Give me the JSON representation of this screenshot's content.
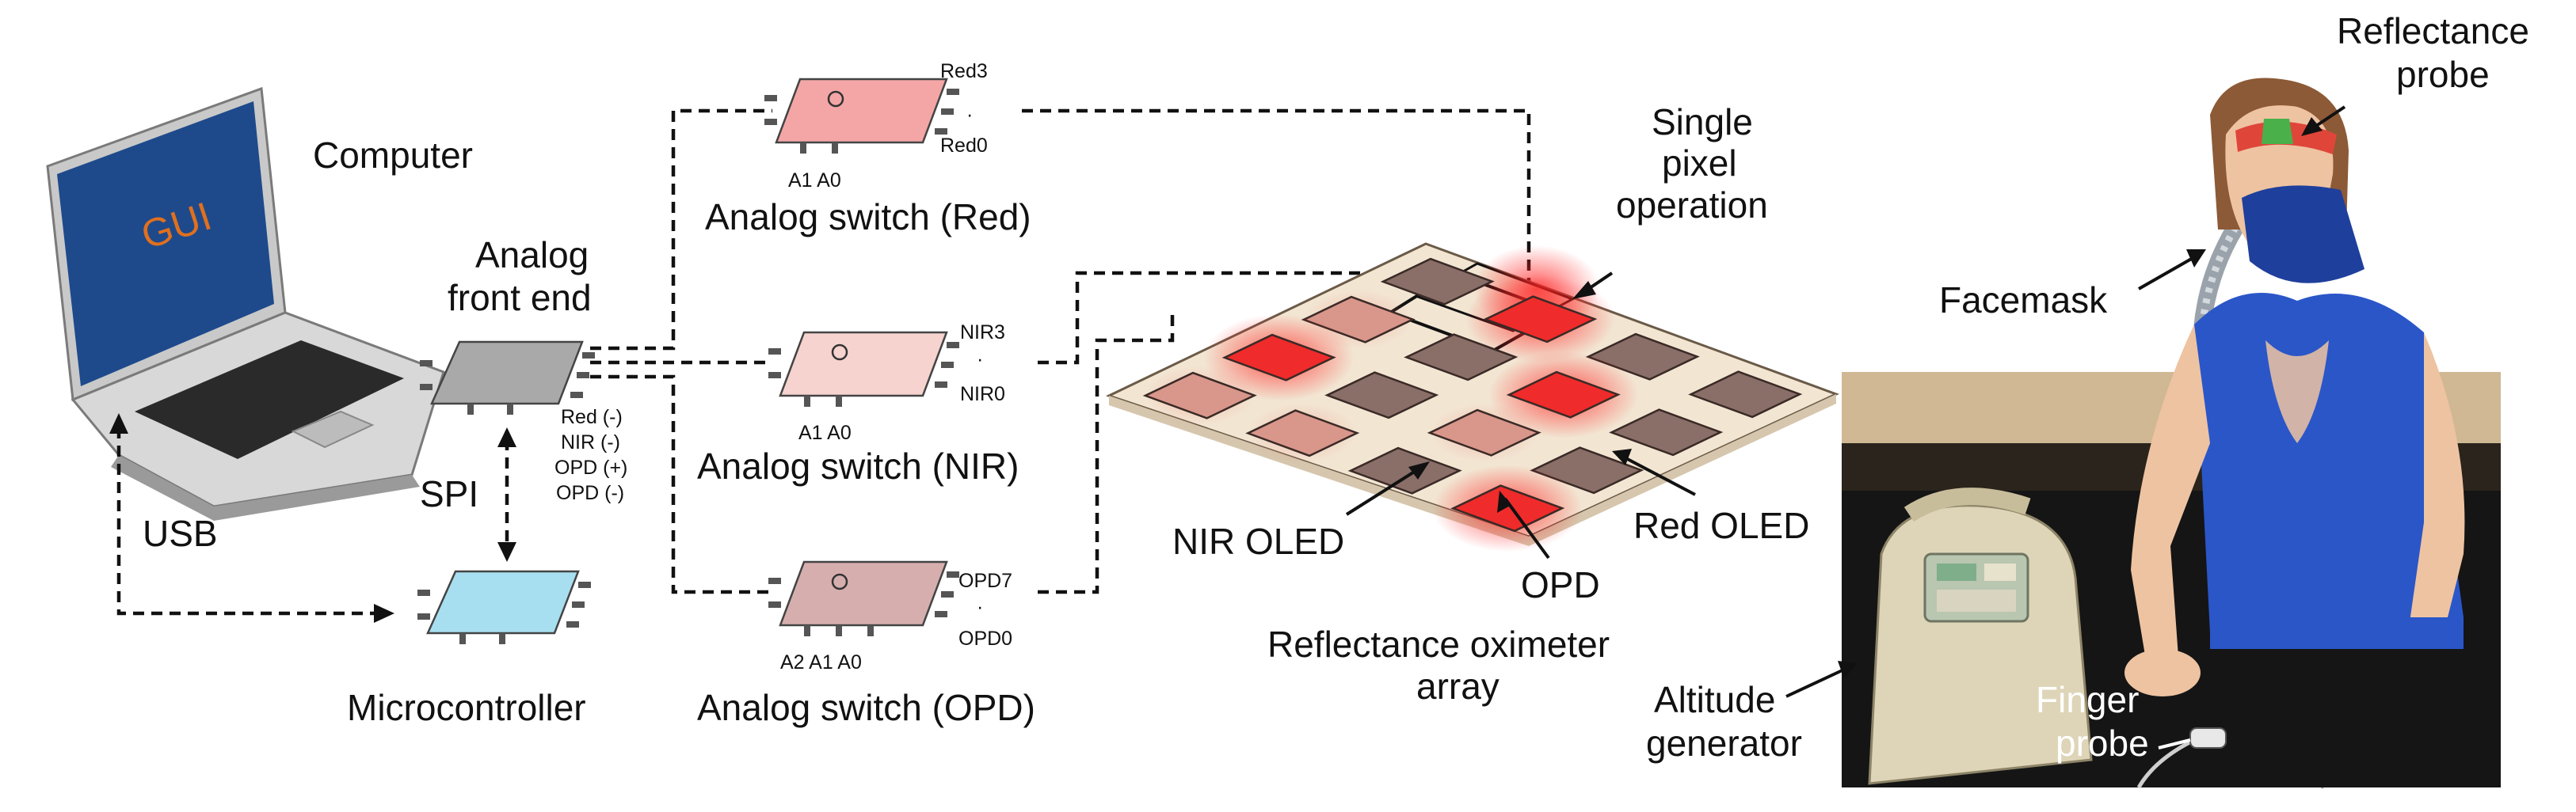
{
  "labels": {
    "computer": "Computer",
    "gui": "GUI",
    "usb": "USB",
    "analog_front_end": [
      "Analog",
      "front end"
    ],
    "spi": "SPI",
    "afe_pins": [
      "Red (-)",
      "NIR (-)",
      "OPD (+)",
      "OPD (-)"
    ],
    "microcontroller": "Microcontroller",
    "switch_red": "Analog switch (Red)",
    "switch_nir": "Analog switch (NIR)",
    "switch_opd": "Analog switch (OPD)",
    "red_pins": [
      "Red3",
      "·",
      "Red0"
    ],
    "red_addr": "A1 A0",
    "nir_pins": [
      "NIR3",
      "·",
      "NIR0"
    ],
    "nir_addr": "A1 A0",
    "opd_pins": [
      "OPD7",
      "·",
      "OPD0"
    ],
    "opd_addr": "A2 A1 A0",
    "single_pixel": [
      "Single",
      "pixel",
      "operation"
    ],
    "nir_oled": "NIR OLED",
    "opd": "OPD",
    "red_oled": "Red OLED",
    "array": [
      "Reflectance oximeter",
      "array"
    ],
    "reflectance_probe": [
      "Reflectance",
      "probe"
    ],
    "facemask": "Facemask",
    "altitude_generator": [
      "Altitude",
      "generator"
    ],
    "finger_probe": [
      "Finger",
      "probe"
    ]
  },
  "colors": {
    "red_chip": "#f4a6a6",
    "nir_chip": "#f6d3cf",
    "opd_chip": "#d7aeae",
    "afe_chip": "#a9a9a9",
    "mcu_chip": "#a8dff0",
    "gui_text": "#e0701e",
    "screen": "#1e4a8c",
    "board": "#f2e6d3",
    "red_oled": "#ef2b2b",
    "pixel": "#8a6e68",
    "shirt": "#2a56c8"
  }
}
